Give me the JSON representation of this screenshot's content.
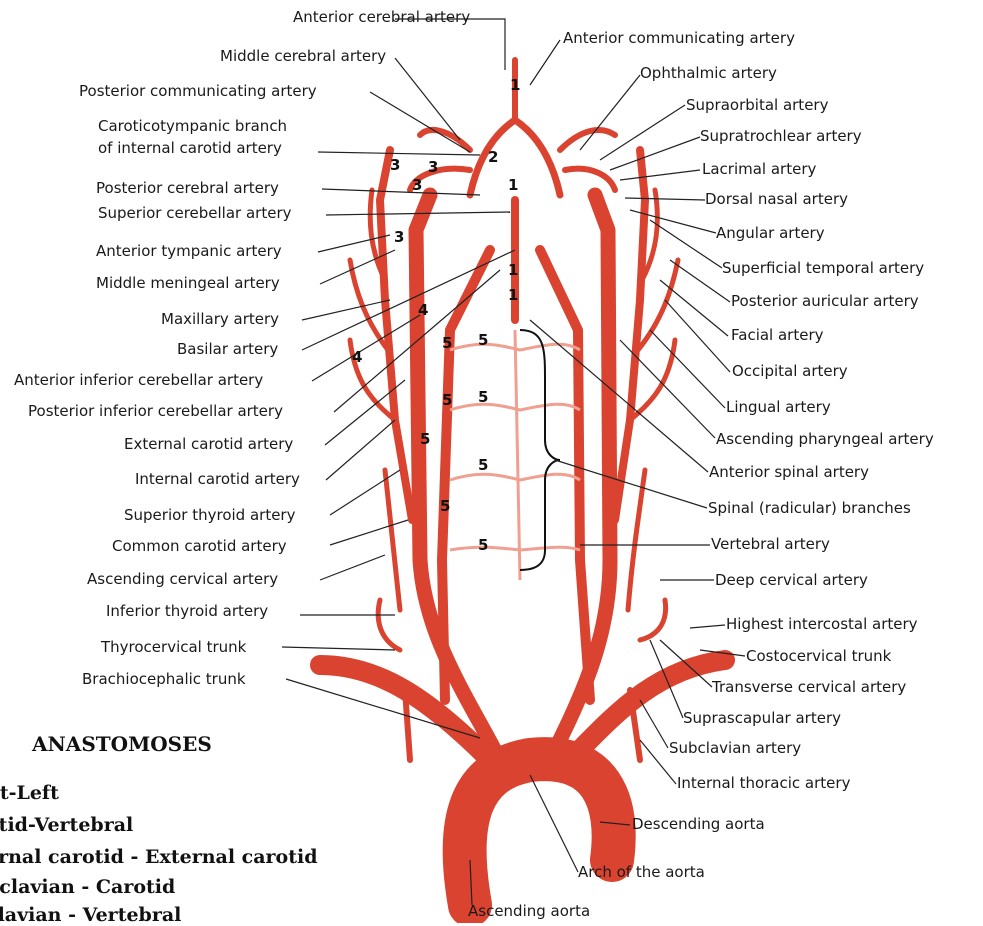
{
  "labels": {
    "anterior_cerebral": "Anterior cerebral artery",
    "anterior_communicating": "Anterior communicating artery",
    "middle_cerebral": "Middle cerebral artery",
    "ophthalmic": "Ophthalmic artery",
    "posterior_communicating": "Posterior communicating artery",
    "supraorbital": "Supraorbital artery",
    "caroticotympanic_1": "Caroticotympanic branch",
    "caroticotympanic_2": "of internal carotid artery",
    "supratrochlear": "Supratrochlear artery",
    "lacrimal": "Lacrimal artery",
    "posterior_cerebral": "Posterior cerebral artery",
    "dorsal_nasal": "Dorsal nasal artery",
    "superior_cerebellar": "Superior cerebellar artery",
    "angular": "Angular artery",
    "anterior_tympanic": "Anterior tympanic artery",
    "superficial_temporal": "Superficial temporal artery",
    "middle_meningeal": "Middle meningeal artery",
    "posterior_auricular": "Posterior auricular artery",
    "maxillary": "Maxillary artery",
    "facial": "Facial artery",
    "basilar": "Basilar artery",
    "occipital": "Occipital artery",
    "anterior_inferior_cerebellar": "Anterior inferior cerebellar artery",
    "lingual": "Lingual artery",
    "posterior_inferior_cerebellar": "Posterior inferior cerebellar artery",
    "ascending_pharyngeal": "Ascending pharyngeal artery",
    "external_carotid": "External carotid artery",
    "anterior_spinal": "Anterior spinal artery",
    "internal_carotid": "Internal carotid artery",
    "spinal_branches": "Spinal (radicular) branches",
    "superior_thyroid": "Superior thyroid artery",
    "vertebral": "Vertebral artery",
    "common_carotid": "Common carotid artery",
    "deep_cervical": "Deep cervical artery",
    "ascending_cervical": "Ascending cervical artery",
    "highest_intercostal": "Highest intercostal artery",
    "inferior_thyroid": "Inferior thyroid artery",
    "costocervical": "Costocervical trunk",
    "thyrocervical": "Thyrocervical trunk",
    "transverse_cervical": "Transverse cervical artery",
    "brachiocephalic": "Brachiocephalic trunk",
    "suprascapular": "Suprascapular artery",
    "subclavian": "Subclavian artery",
    "internal_thoracic": "Internal thoracic artery",
    "descending_aorta": "Descending aorta",
    "arch_aorta": "Arch of the aorta",
    "ascending_aorta": "Ascending aorta"
  },
  "legend": {
    "title": "ANASTOMOSES",
    "items": [
      "ht-Left",
      "otid-Vertebral",
      "ernal carotid - External carotid",
      "bclavian - Carotid",
      "clavian - Vertebral"
    ]
  },
  "markers": [
    "1",
    "1",
    "1",
    "1",
    "2",
    "3",
    "3",
    "3",
    "3",
    "4",
    "4",
    "5",
    "5",
    "5",
    "5",
    "5",
    "5",
    "5",
    "5"
  ],
  "colors": {
    "artery": "#d9432f",
    "artery_light": "#f0a090",
    "line": "#222222"
  }
}
